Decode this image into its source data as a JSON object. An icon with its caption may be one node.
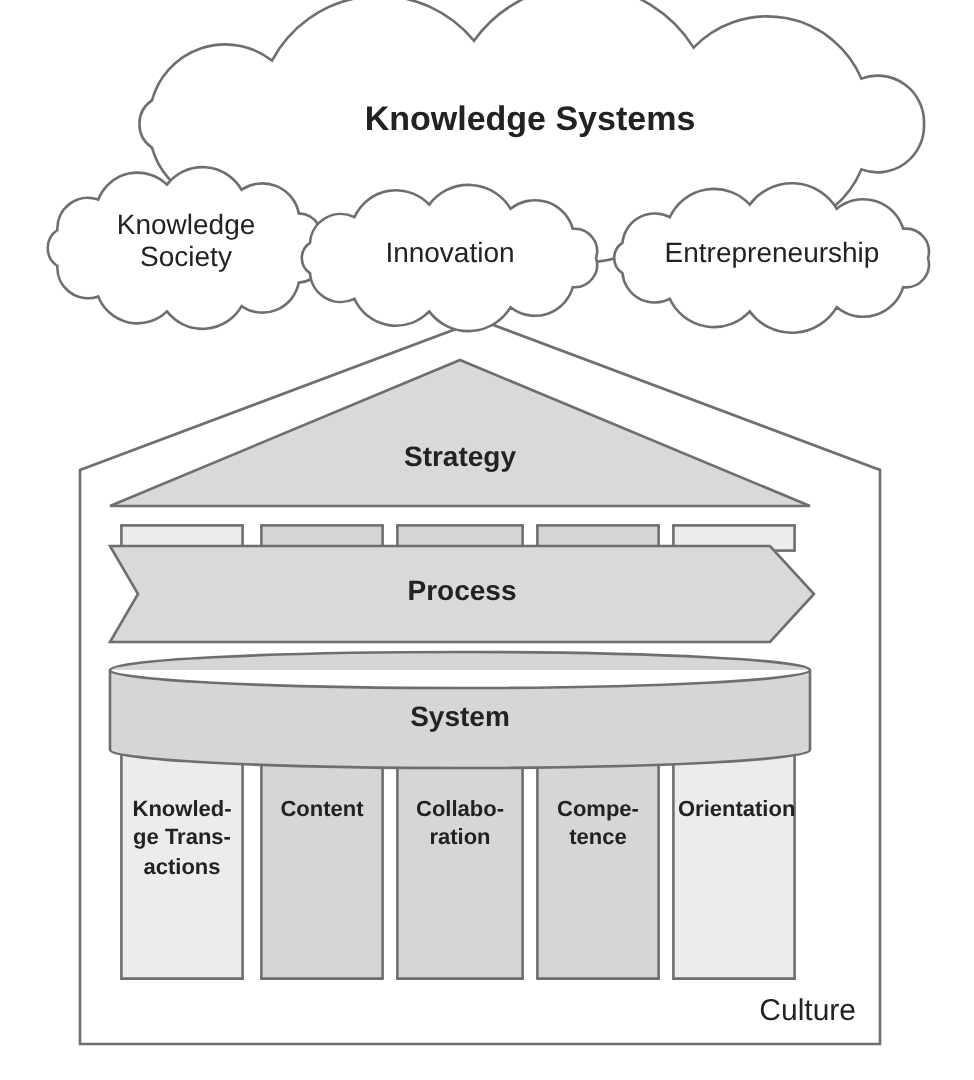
{
  "diagram": {
    "nodes": [
      {
        "text": [
          "Knowledge Systems"
        ]
      },
      {
        "text": [
          "Knowledge Society"
        ]
      },
      {
        "text": [
          "Innovation"
        ]
      },
      {
        "text": [
          "Entrepreneurship"
        ]
      },
      {
        "text": [
          "Culture"
        ]
      },
      {
        "text": [
          "Strategy"
        ],
        "in": 4
      },
      {
        "text": [],
        "shape": "box",
        "in": 4
      },
      {
        "text": [],
        "shape": "box",
        "in": 4
      },
      {
        "text": [],
        "shape": "box",
        "in": 4
      },
      {
        "text": [],
        "shape": "box",
        "in": 4
      },
      {
        "text": [],
        "shape": "box",
        "in": 4
      },
      {
        "text": [
          "Process"
        ],
        "in": 4
      },
      {
        "text": [
          "System"
        ],
        "in": 4
      },
      {
        "text": [
          "Knowled- ge Trans- actions"
        ],
        "in": 4
      },
      {
        "text": [
          "Content"
        ],
        "in": 4
      },
      {
        "text": [
          "Collabo- ration"
        ],
        "in": 4
      },
      {
        "text": [
          "Compe- tence"
        ],
        "in": 4
      },
      {
        "text": [
          "Orientation"
        ],
        "in": 4
      }
    ],
    "edges": []
  }
}
